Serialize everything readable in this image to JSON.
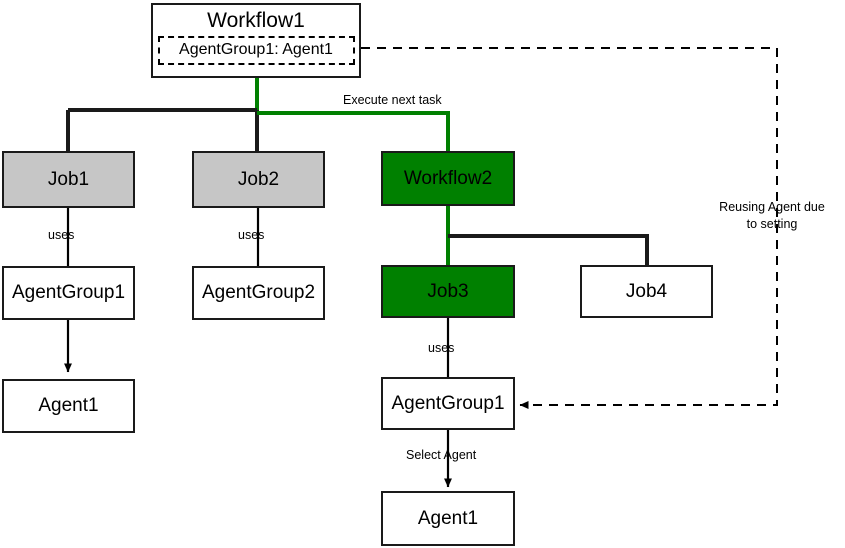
{
  "diagram": {
    "title": "Workflow agent reuse diagram",
    "colors": {
      "green_fill": "#008000",
      "green_line": "#008000",
      "gray_fill": "#c6c6c6",
      "stroke": "#1a1a1a",
      "white_fill": "#ffffff"
    }
  },
  "workflow1": {
    "title": "Workflow1",
    "binding": "AgentGroup1: Agent1"
  },
  "nodes": {
    "job1": "Job1",
    "job2": "Job2",
    "workflow2": "Workflow2",
    "agentgroup1_left": "AgentGroup1",
    "agentgroup2_left": "AgentGroup2",
    "agent1_left": "Agent1",
    "job3": "Job3",
    "job4": "Job4",
    "agentgroup1_center": "AgentGroup1",
    "agent1_center": "Agent1"
  },
  "labels": {
    "execute_next_task": "Execute next task",
    "uses_job1": "uses",
    "uses_job2": "uses",
    "uses_job3": "uses",
    "select_agent": "Select Agent",
    "reusing_note": "Reusing Agent due\nto setting"
  }
}
